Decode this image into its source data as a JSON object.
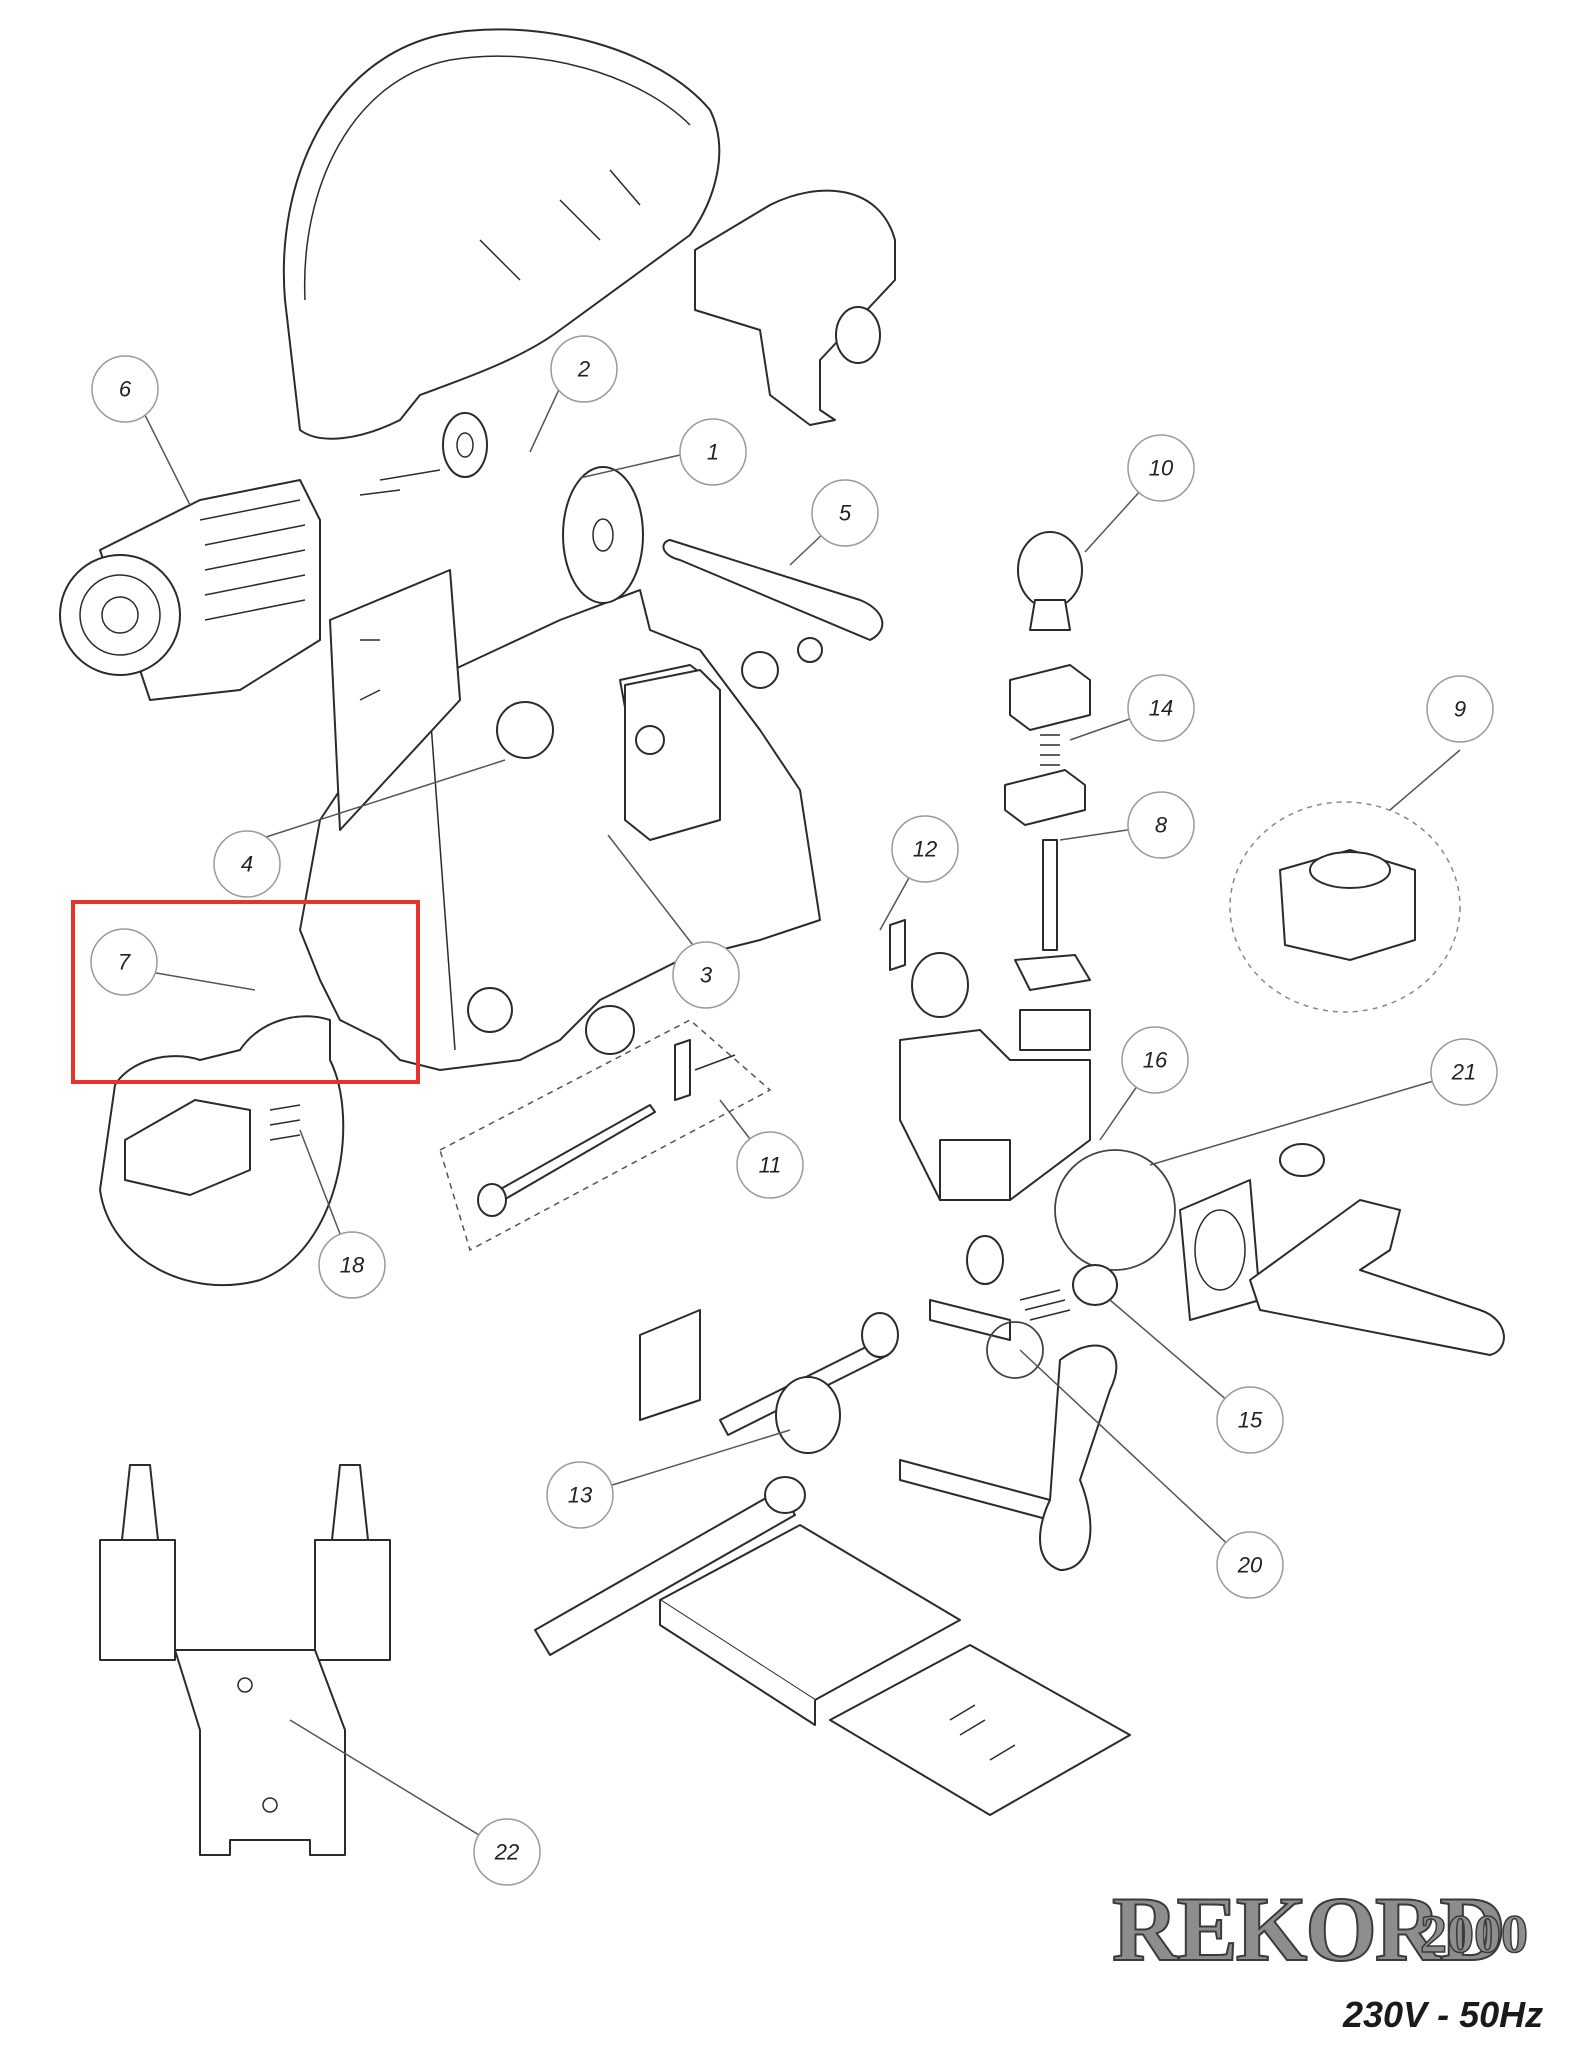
{
  "brand": {
    "name": "REKORD",
    "model": "2000",
    "spec": "230V - 50Hz"
  },
  "colors": {
    "highlight": "#e8322a",
    "brand_fill": "#8d8d8d",
    "line": "#2b2b2b"
  },
  "callouts": [
    {
      "label": "1"
    },
    {
      "label": "2"
    },
    {
      "label": "3"
    },
    {
      "label": "4"
    },
    {
      "label": "5"
    },
    {
      "label": "6"
    },
    {
      "label": "7"
    },
    {
      "label": "8"
    },
    {
      "label": "9"
    },
    {
      "label": "10"
    },
    {
      "label": "11"
    },
    {
      "label": "12"
    },
    {
      "label": "13"
    },
    {
      "label": "14"
    },
    {
      "label": "15"
    },
    {
      "label": "16"
    },
    {
      "label": "18"
    },
    {
      "label": "20"
    },
    {
      "label": "21"
    },
    {
      "label": "22"
    }
  ],
  "highlighted_callout": "7"
}
